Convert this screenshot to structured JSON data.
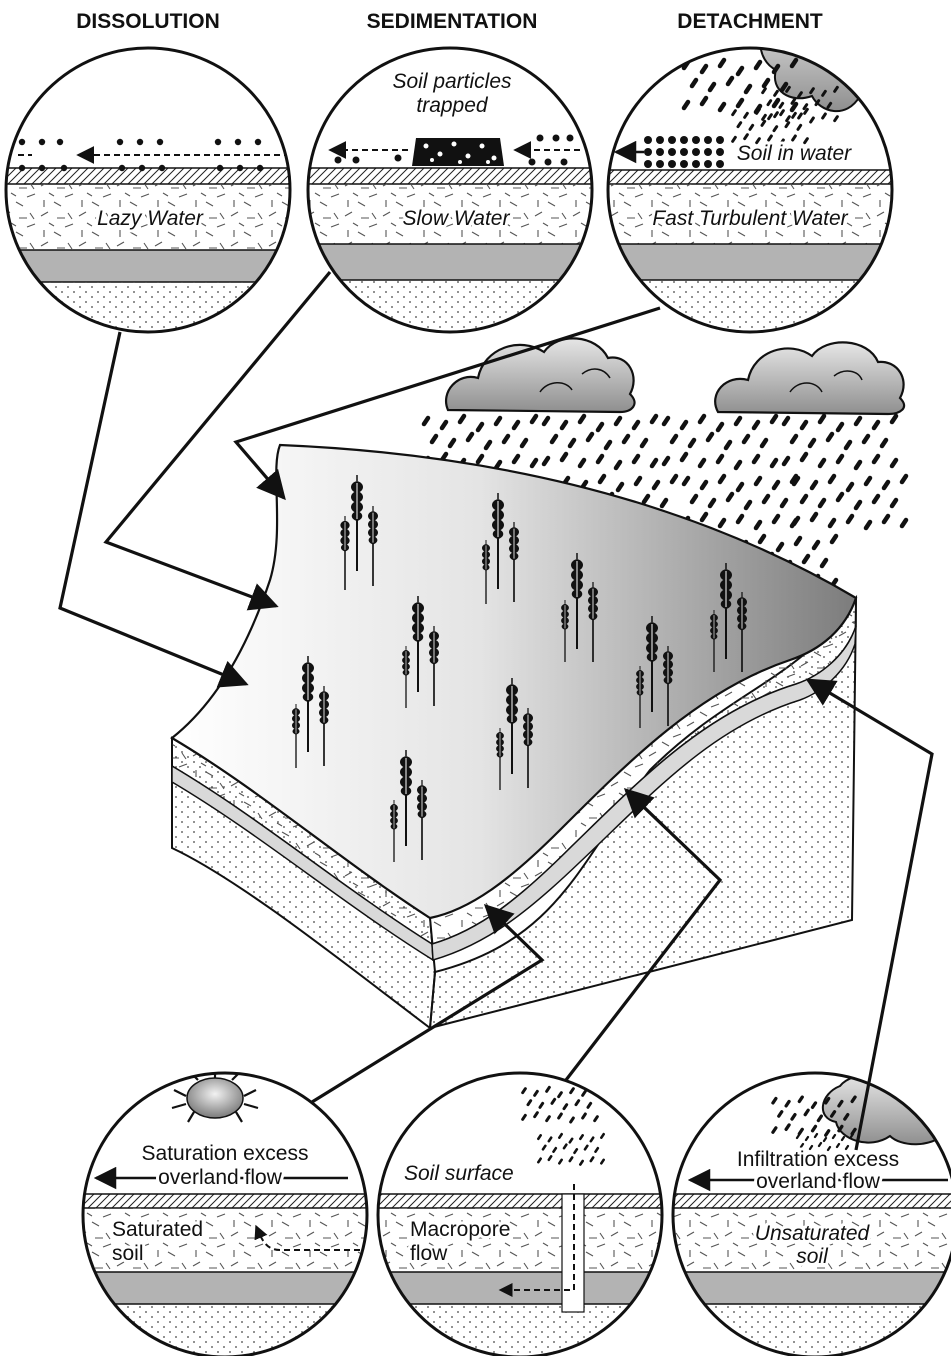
{
  "headers": {
    "dissolution": "DISSOLUTION",
    "sedimentation": "SEDIMENTATION",
    "detachment": "DETACHMENT"
  },
  "top_circles": {
    "dissolution_water": "Lazy Water",
    "sedimentation_water": "Slow Water",
    "sedimentation_note_line1": "Soil particles",
    "sedimentation_note_line2": "trapped",
    "detachment_water": "Fast Turbulent Water",
    "detachment_note": "Soil in water"
  },
  "bottom_circles": {
    "saturation_line1": "Saturation excess",
    "saturation_line2": "overland flow",
    "saturated_line1": "Saturated",
    "saturated_line2": "soil",
    "soil_surface": "Soil surface",
    "macropore_line1": "Macropore",
    "macropore_line2": "flow",
    "infiltration_line1": "Infiltration excess",
    "infiltration_line2": "overland flow",
    "unsaturated_line1": "Unsaturated",
    "unsaturated_line2": "soil"
  },
  "colors": {
    "ink": "#111111",
    "bedrock": "#b3b3b3",
    "cloud": "#bdbdbd",
    "slope_dark": "#808080",
    "slope_light": "#ffffff"
  }
}
